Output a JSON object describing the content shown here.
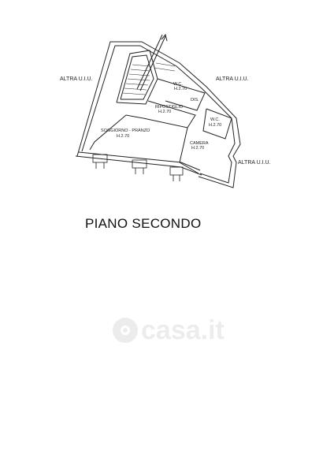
{
  "floor_title": "PIANO SECONDO",
  "neighbors": {
    "left": "ALTRA U.I.U.",
    "right_top": "ALTRA U.I.U.",
    "right_bottom": "ALTRA U.I.U."
  },
  "rooms": {
    "wc_top": {
      "name": "W.C.",
      "height": "H.2.70"
    },
    "ripostiglio": {
      "name": "RIPOSTIGLIO",
      "height": "H.2.70"
    },
    "dis": {
      "name": "DIS."
    },
    "wc_right": {
      "name": "W.C.",
      "height": "H.2.70"
    },
    "soggiorno": {
      "name": "SOGGIORNO - PRANZO",
      "height": "H.2.70"
    },
    "camera": {
      "name": "CAMERA",
      "height": "H.2.70"
    }
  },
  "watermark": {
    "text": "casa.it"
  }
}
